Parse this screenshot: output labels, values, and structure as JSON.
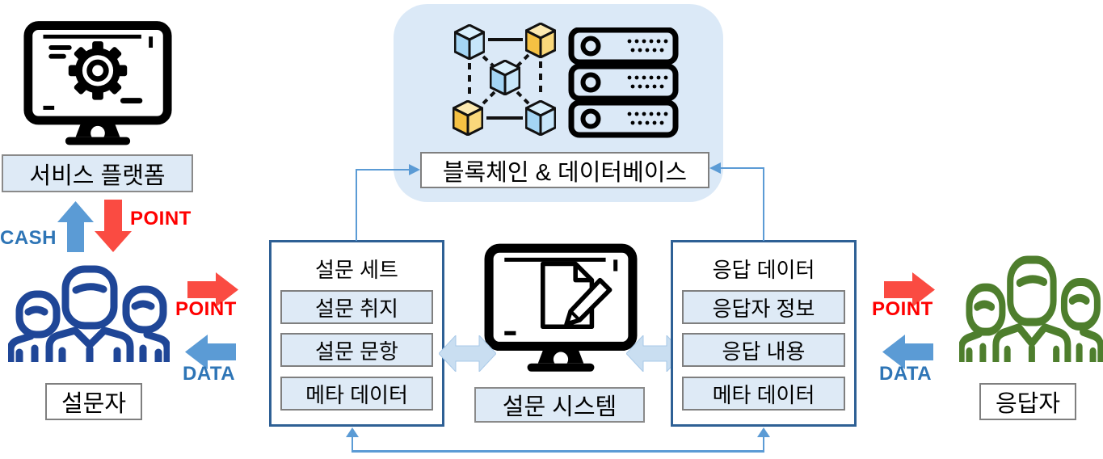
{
  "service_platform": {
    "label": "서비스 플랫폼"
  },
  "surveyor": {
    "label": "설문자"
  },
  "respondent": {
    "label": "응답자"
  },
  "survey_system": {
    "label": "설문 시스템"
  },
  "blockchain_db": {
    "label": "블록체인 & 데이터베이스"
  },
  "survey_set": {
    "title": "설문 세트",
    "items": [
      "설문 취지",
      "설문 문항",
      "메타 데이터"
    ]
  },
  "response_data": {
    "title": "응답 데이터",
    "items": [
      "응답자 정보",
      "응답 내용",
      "메타 데이터"
    ]
  },
  "flows": {
    "cash_up": "CASH",
    "point_down": "POINT",
    "surveyor_point": "POINT",
    "surveyor_data": "DATA",
    "respondent_point": "POINT",
    "respondent_data": "DATA"
  },
  "colors": {
    "connector_blue": "#5B9BD5",
    "box_border_blue": "#2E6095",
    "light_fill": "#DEEAF6",
    "container_fill": "#DBE9F7",
    "red_arrow": "#FA4B42",
    "red_text": "#FF0000",
    "blue_text": "#2E75B6",
    "people_blue": "#1F4697",
    "people_green": "#4E7E2D",
    "double_arrow": "#C9DEF1"
  }
}
